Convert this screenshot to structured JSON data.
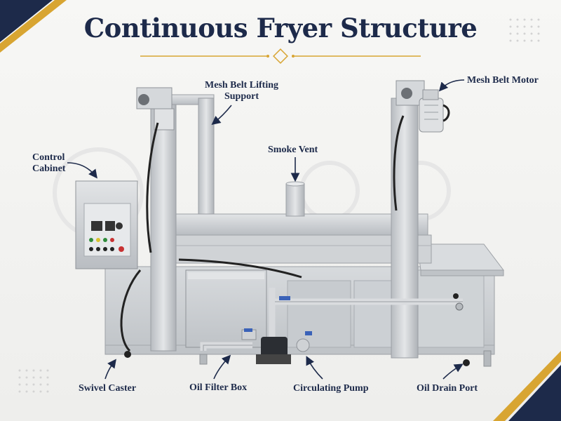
{
  "title": "Continuous Fryer Structure",
  "labels": {
    "mesh_belt_lifting_support": [
      "Mesh Belt Lifting",
      "Support"
    ],
    "mesh_belt_motor": "Mesh Belt Motor",
    "control_cabinet": [
      "Control",
      "Cabinet"
    ],
    "smoke_vent": "Smoke Vent",
    "swivel_caster": "Swivel Caster",
    "oil_filter_box": "Oil Filter Box",
    "circulating_pump": "Circulating Pump",
    "oil_drain_port": "Oil Drain Port"
  },
  "colors": {
    "navy": "#1d2a4a",
    "gold": "#d8a532",
    "steel": "#c9ccd0"
  },
  "icons": [
    "arrow-icon",
    "diamond-divider-icon",
    "dot-grid-icon"
  ]
}
